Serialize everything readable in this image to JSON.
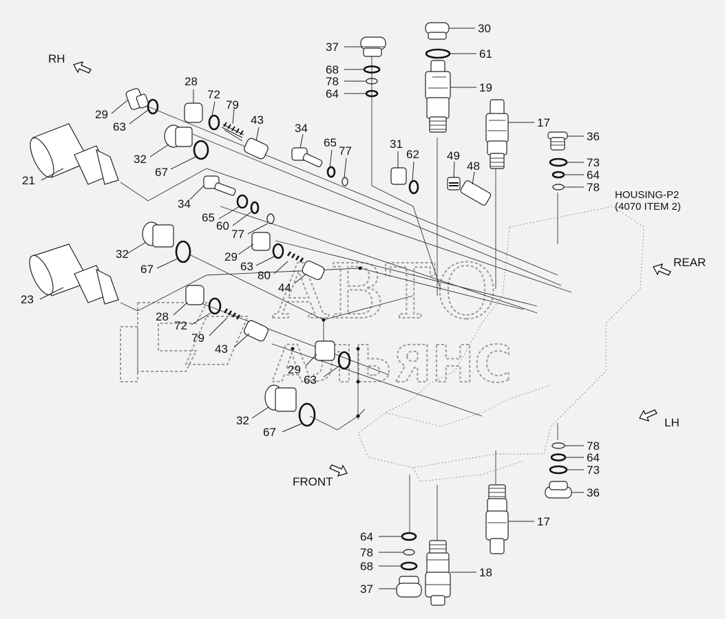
{
  "watermark": {
    "line1": "АВТО",
    "line2": "АЛЬЯНС"
  },
  "directions": {
    "rh": "RH",
    "rear": "REAR",
    "lh": "LH",
    "front": "FRONT"
  },
  "housing": {
    "line1": "HOUSING-P2",
    "line2": "(4070 ITEM 2)"
  },
  "callouts": {
    "c30": "30",
    "c61": "61",
    "c19": "19",
    "c37a": "37",
    "c68a": "68",
    "c78a": "78",
    "c64a": "64",
    "c17a": "17",
    "c36a": "36",
    "c73a": "73",
    "c64b": "64",
    "c78b": "78",
    "c29a": "29",
    "c63a": "63",
    "c21": "21",
    "c32a": "32",
    "c67a": "67",
    "c28a": "28",
    "c72a": "72",
    "c79a": "79",
    "c43a": "43",
    "c34a": "34",
    "c65a": "65",
    "c77a": "77",
    "c31": "31",
    "c62": "62",
    "c49": "49",
    "c48": "48",
    "c34b": "34",
    "c65b": "65",
    "c60": "60",
    "c77b": "77",
    "c32b": "32",
    "c67b": "67",
    "c29b": "29",
    "c63b": "63",
    "c80": "80",
    "c44": "44",
    "c23": "23",
    "c28b": "28",
    "c72b": "72",
    "c79b": "79",
    "c43b": "43",
    "c29c": "29",
    "c63c": "63",
    "c32c": "32",
    "c67c": "67",
    "c78c": "78",
    "c64c": "64",
    "c73b": "73",
    "c36b": "36",
    "c17b": "17",
    "c64d": "64",
    "c78d": "78",
    "c68b": "68",
    "c37b": "37",
    "c18": "18"
  }
}
